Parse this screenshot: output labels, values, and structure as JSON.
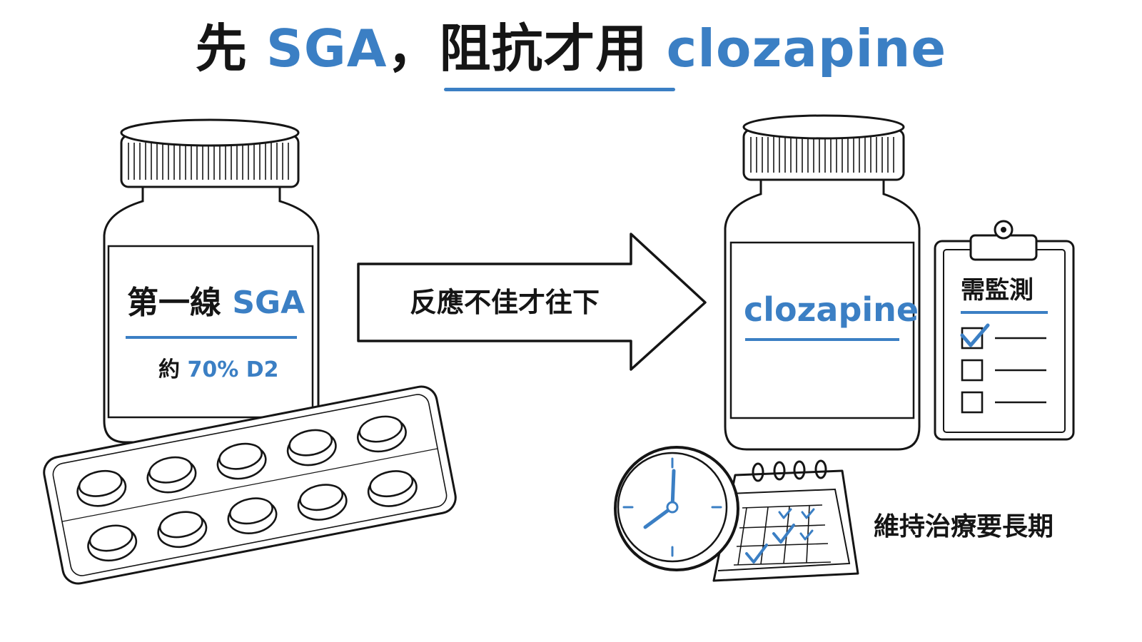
{
  "title": {
    "part1": "先",
    "part2": "SGA",
    "part3": "，阻抗才用",
    "part4": "clozapine"
  },
  "left_bottle": {
    "label_main": "第一線",
    "label_accent": "SGA",
    "sub_prefix": "約",
    "sub_accent": "70% D2"
  },
  "arrow": {
    "text": "反應不佳才往下"
  },
  "right_bottle": {
    "label": "clozapine"
  },
  "clipboard": {
    "title": "需監測"
  },
  "long_term": {
    "text": "維持治療要長期"
  },
  "colors": {
    "accent": "#3b7fc4",
    "ink": "#151515"
  },
  "icons": [
    "pill-bottle-icon",
    "blister-pack-icon",
    "arrow-icon",
    "clipboard-icon",
    "clock-icon",
    "calendar-icon"
  ]
}
